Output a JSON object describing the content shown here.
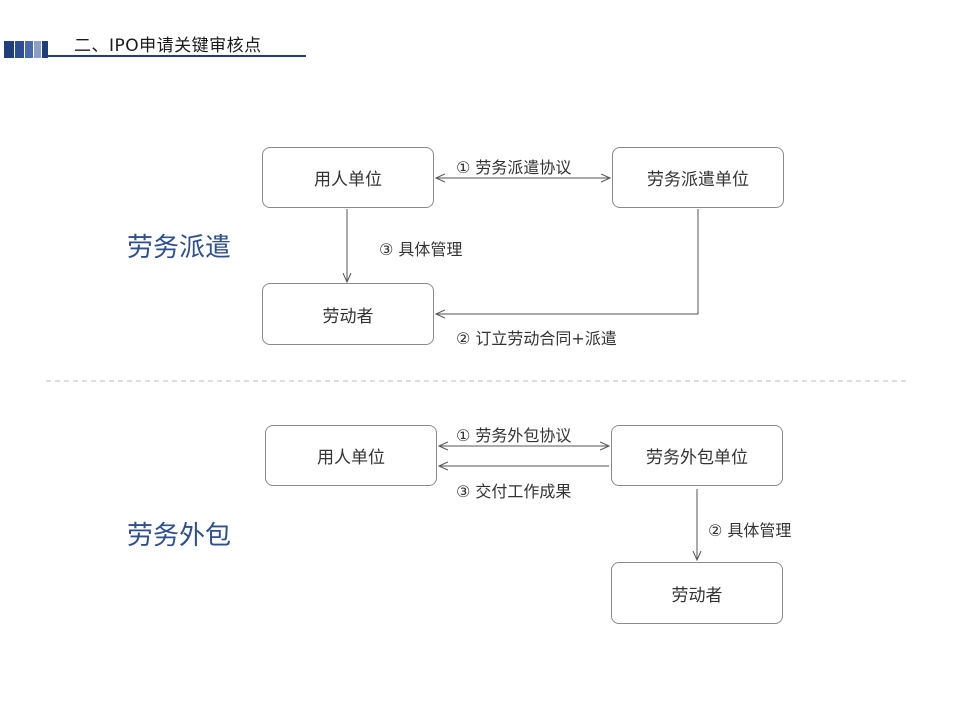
{
  "header": {
    "title": "二、IPO申请关键审核点"
  },
  "sections": {
    "dispatch": {
      "title": "劳务派遣",
      "employer": "用人单位",
      "agency": "劳务派遣单位",
      "worker": "劳动者",
      "edge_agreement": "① 劳务派遣协议",
      "edge_management": "③ 具体管理",
      "edge_contract": "② 订立劳动合同+派遣"
    },
    "outsourcing": {
      "title": "劳务外包",
      "employer": "用人单位",
      "contractor": "劳务外包单位",
      "worker": "劳动者",
      "edge_agreement": "① 劳务外包协议",
      "edge_delivery": "③ 交付工作成果",
      "edge_management": "② 具体管理"
    }
  },
  "colors": {
    "accent": "#2e4f8f",
    "header_dark": "#1f3f7a",
    "border": "#8a8a8a",
    "divider": "#bdbdbd"
  }
}
